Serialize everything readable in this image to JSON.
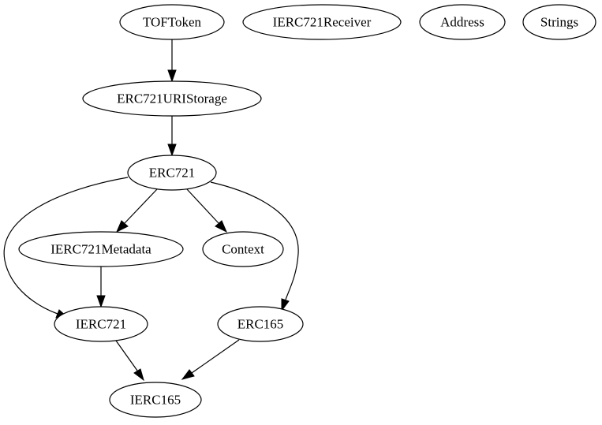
{
  "diagram": {
    "nodes": [
      {
        "id": "TOFToken",
        "label": "TOFToken"
      },
      {
        "id": "IERC721Receiver",
        "label": "IERC721Receiver"
      },
      {
        "id": "Address",
        "label": "Address"
      },
      {
        "id": "Strings",
        "label": "Strings"
      },
      {
        "id": "ERC721URIStorage",
        "label": "ERC721URIStorage"
      },
      {
        "id": "ERC721",
        "label": "ERC721"
      },
      {
        "id": "IERC721Metadata",
        "label": "IERC721Metadata"
      },
      {
        "id": "Context",
        "label": "Context"
      },
      {
        "id": "IERC721",
        "label": "IERC721"
      },
      {
        "id": "ERC165",
        "label": "ERC165"
      },
      {
        "id": "IERC165",
        "label": "IERC165"
      }
    ],
    "edges": [
      {
        "from": "TOFToken",
        "to": "ERC721URIStorage"
      },
      {
        "from": "ERC721URIStorage",
        "to": "ERC721"
      },
      {
        "from": "ERC721",
        "to": "IERC721Metadata"
      },
      {
        "from": "ERC721",
        "to": "Context"
      },
      {
        "from": "ERC721",
        "to": "IERC721"
      },
      {
        "from": "ERC721",
        "to": "ERC165"
      },
      {
        "from": "IERC721Metadata",
        "to": "IERC721"
      },
      {
        "from": "IERC721",
        "to": "IERC165"
      },
      {
        "from": "ERC165",
        "to": "IERC165"
      }
    ]
  }
}
